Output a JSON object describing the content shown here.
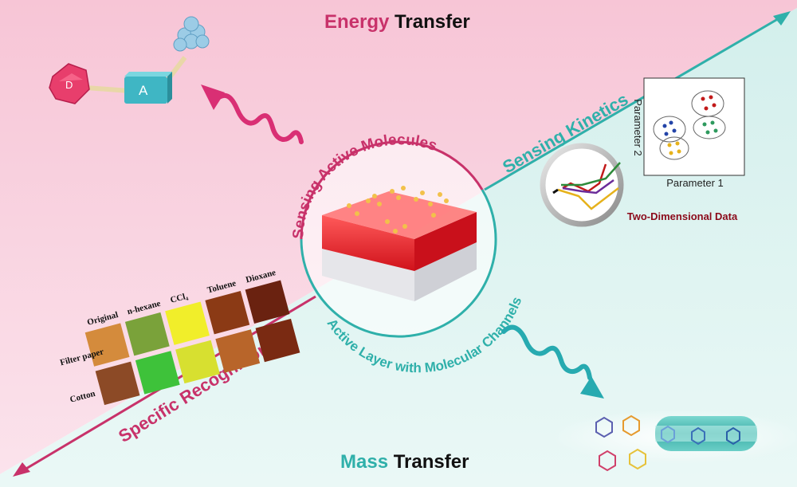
{
  "titles": {
    "energy_word": "Energy",
    "energy_rest": " Transfer",
    "mass_word": "Mass",
    "mass_rest": " Transfer"
  },
  "axis_labels": {
    "sensing_kinetics": "Sensing Kinetics",
    "specific_recognition": "Specific Recognition"
  },
  "center": {
    "top_arc": "Sensing Active Molecules",
    "bottom_arc": "Active Layer with Molecular Channels"
  },
  "donor_acceptor": {
    "donor": "D",
    "acceptor": "A"
  },
  "kinetics_plot": {
    "xlabel": "Parameter 1",
    "ylabel": "Parameter 2",
    "caption": "Two-Dimensional Data"
  },
  "samples": {
    "columns": [
      "Original",
      "n-hexane",
      "CCl₄",
      "Toluene",
      "Dioxane"
    ],
    "rows": [
      "Filter paper",
      "Cotton"
    ]
  },
  "colors": {
    "pink": "#c8326a",
    "teal": "#2fb0aa",
    "dark_red": "#8b0a1a"
  }
}
